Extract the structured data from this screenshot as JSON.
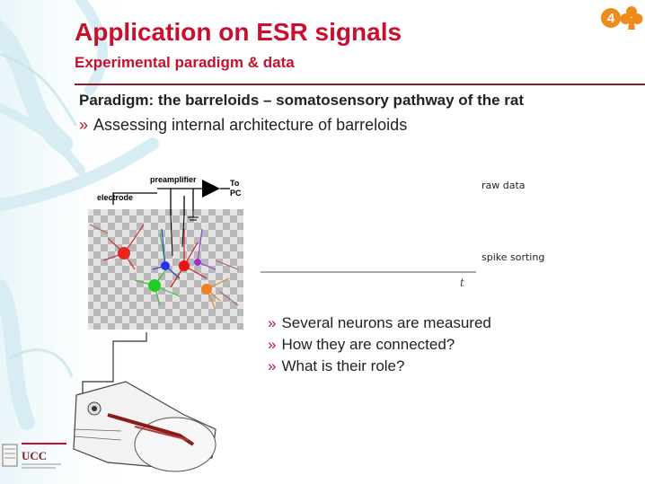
{
  "slide": {
    "title": "Application on ESR signals",
    "subtitle": "Experimental paradigm & data",
    "badge_number": "4",
    "heading": "Paradigm: the barreloids – somatosensory pathway of the rat",
    "bullet_marker": "»",
    "bullet_main": "Assessing internal architecture of barreloids",
    "bullets_secondary": [
      "Several neurons are measured",
      "How they are connected?",
      "What is their role?"
    ]
  },
  "figure": {
    "preamplifier_label": "preamplifier",
    "electrode_label": "electrode",
    "to_pc_line1": "To",
    "to_pc_line2": "PC",
    "raw_label": "raw data",
    "spike_label": "spike sorting",
    "time_axis_label": "t"
  },
  "logo": {
    "text": "UCC"
  },
  "colors": {
    "accent": "#c8102e",
    "rule": "#8a1f2a",
    "badge": "#f08a1c"
  }
}
